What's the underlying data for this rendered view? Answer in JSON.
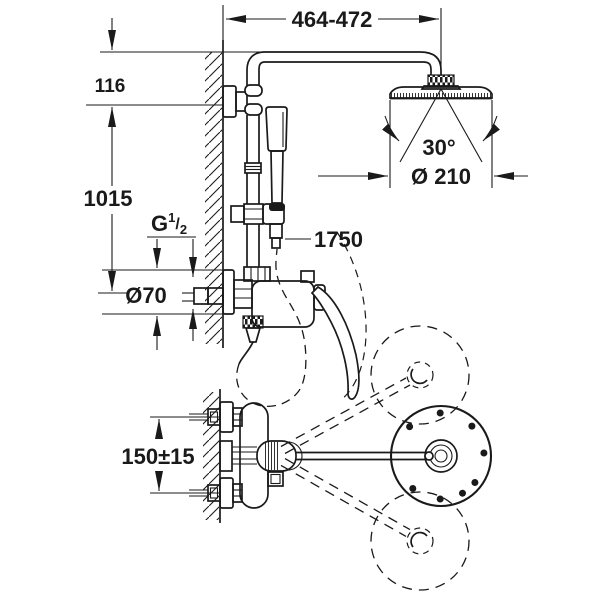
{
  "drawing": {
    "kind": "technical-dimension-drawing",
    "subject": "wall-mounted shower system with head shower, hand shower and single-lever mixer (side view and plan view)",
    "background_color": "#ffffff",
    "line_color": "#1a1a1a",
    "views": {
      "top": "side-elevation",
      "bottom": "plan-view-with-swivel-range"
    }
  },
  "labels": {
    "arm_projection": "464-472",
    "head_drop": "116",
    "riser_height": "1015",
    "thread_prefix": "G",
    "thread_numerator": "1",
    "thread_slash": "/",
    "thread_denominator": "2",
    "rosette_diameter": "Ø70",
    "hose_length": "1750",
    "swivel_angle": "30°",
    "head_diameter": "Ø 210",
    "inlet_spacing": "150±15"
  }
}
